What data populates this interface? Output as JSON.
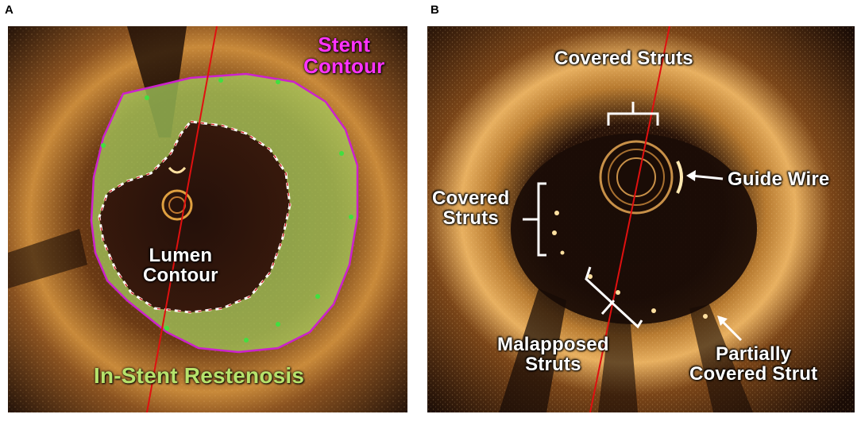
{
  "panel_a": {
    "letter": "A",
    "stent_contour_line1": "Stent",
    "stent_contour_line2": "Contour",
    "lumen_contour_line1": "Lumen",
    "lumen_contour_line2": "Contour",
    "in_stent_restenosis": "In-Stent Restenosis"
  },
  "panel_b": {
    "letter": "B",
    "covered_struts_top": "Covered Struts",
    "guide_wire": "Guide Wire",
    "covered_struts_left_line1": "Covered",
    "covered_struts_left_line2": "Struts",
    "malapposed_line1": "Malapposed",
    "malapposed_line2": "Struts",
    "partially_line1": "Partially",
    "partially_line2": "Covered Strut"
  },
  "colors": {
    "stent_contour": "#cc22cc",
    "restenosis_fill": "#a8d060",
    "guide_line": "#e01010",
    "background_dark": "#1a0d06",
    "tissue_glow": "#e0a040"
  }
}
